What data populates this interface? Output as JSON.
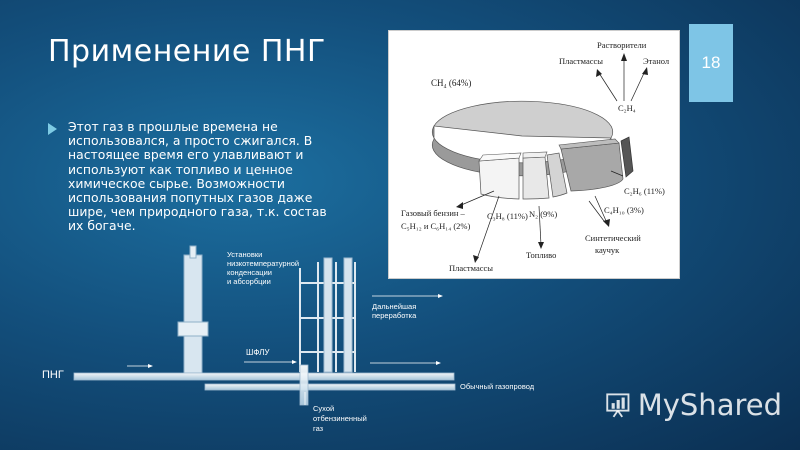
{
  "slide": {
    "title": "Применение ПНГ",
    "page_number": "18",
    "bullet_text": "Этот газ в прошлые времена не использовался, а просто сжигался. В настоящее время его улавливают и используют как топливо и ценное химическое сырье. Возможности использования попутных газов даже шире, чем природного газа, т.к. состав их богаче."
  },
  "pie_diagram": {
    "slices": [
      {
        "label": "CH₄ (64%)",
        "value": 64
      },
      {
        "label": "C₂H₄",
        "value": 2
      },
      {
        "label": "C₂H₆ (11%)",
        "value": 11
      },
      {
        "label": "C₄H₁₀ (3%)",
        "value": 3
      },
      {
        "label": "N₂ (9%)",
        "value": 9
      },
      {
        "label": "C₃H₈ (11%)",
        "value": 11
      }
    ],
    "labels": {
      "ch4": "CH₄ (64%)",
      "solvents": "Растворители",
      "plastics_top": "Пластмассы",
      "ethanol": "Этанол",
      "c2h4": "C₂H₄",
      "c2h6": "C₂H₆ (11%)",
      "c4h10": "C₄H₁₀ (3%)",
      "synthetic_rubber_1": "Синтетический",
      "synthetic_rubber_2": "каучук",
      "fuel": "Топливо",
      "n2": "N₂ (9%)",
      "c3h8": "C₃H₈ (11%)",
      "gas_benzine_1": "Газовый бензин –",
      "gas_benzine_2": "C₅H₁₂ и C₆H₁₄ (2%)",
      "plastics_bottom": "Пластмассы"
    }
  },
  "process_diagram": {
    "label_png": "ПНГ",
    "label_units": [
      "Установки",
      "низкотемпературной",
      "конденсации",
      "и абсорбции"
    ],
    "label_further": [
      "Дальнейшая",
      "переработка"
    ],
    "label_shflu": "ШФЛУ",
    "label_pipeline": "Обычный газопровод",
    "label_dry_gas": [
      "Сухой",
      "отбензиненный",
      "газ"
    ]
  },
  "watermark": {
    "text": "MyShared",
    "icon": "presentation-chart-icon"
  },
  "colors": {
    "background": "#134f7c",
    "accent": "#7ec5e6",
    "text": "#ffffff"
  }
}
